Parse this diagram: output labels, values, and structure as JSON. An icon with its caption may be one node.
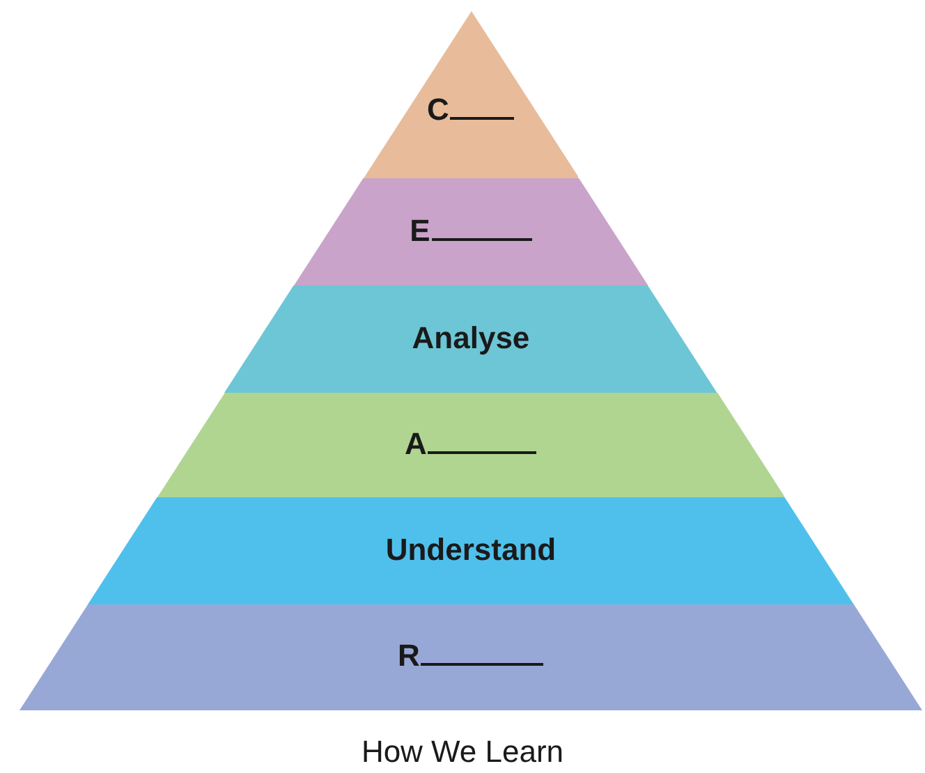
{
  "diagram": {
    "title": "How We Learn",
    "nodes": [
      {
        "text": [
          "C"
        ]
      },
      {
        "text": [
          "E"
        ]
      },
      {
        "text": [
          "Analyse"
        ]
      },
      {
        "text": [
          "A"
        ]
      },
      {
        "text": [
          "Understand"
        ]
      },
      {
        "text": [
          "R"
        ]
      }
    ]
  }
}
